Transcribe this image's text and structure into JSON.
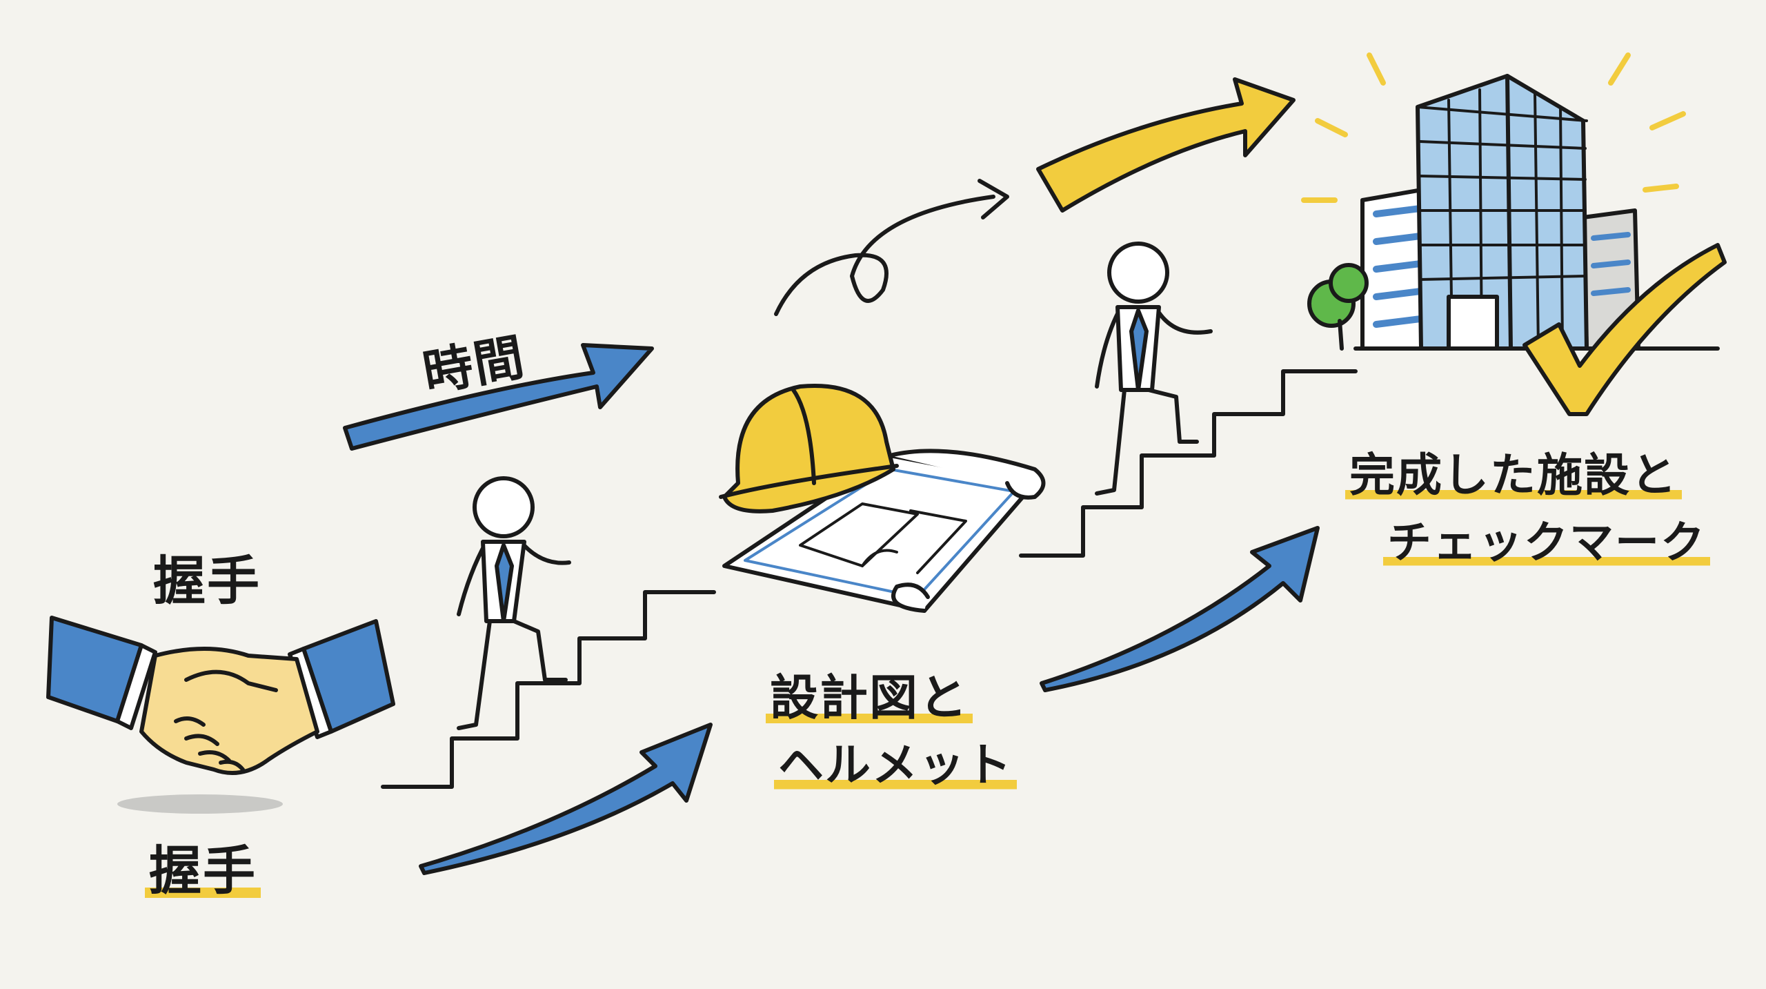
{
  "labels": {
    "handshake_top": "握手",
    "handshake_bottom": "握手",
    "time": "時間",
    "blueprint_line1": "設計図と",
    "blueprint_line2": "ヘルメット",
    "facility_line1": "完成した施設と",
    "facility_line2": "チェックマーク"
  },
  "colors": {
    "ink": "#1a1a1a",
    "blue": "#4a86c8",
    "yellow": "#f2cc3e",
    "background": "#f4f3ee",
    "glass": "#a9cdea"
  },
  "icons": [
    "handshake-icon",
    "stick-figure-icon",
    "hard-hat-icon",
    "blueprint-icon",
    "building-icon",
    "tree-icon",
    "check-mark-icon",
    "arrow-icon",
    "staircase-icon"
  ]
}
